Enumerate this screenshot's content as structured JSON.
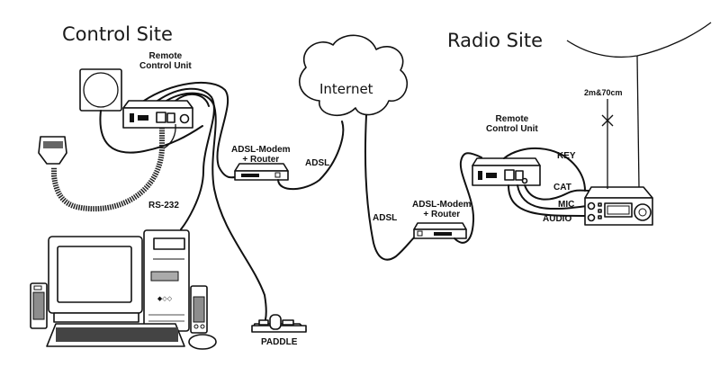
{
  "diagram": {
    "sites": {
      "control": "Control Site",
      "radio": "Radio Site"
    },
    "cloud_label": "Internet",
    "devices": {
      "rcu_control": "Remote\nControl Unit",
      "rcu_radio": "Remote\nControl Unit",
      "modem_control": "ADSL-Modem\n+ Router",
      "modem_radio": "ADSL-Modem\n+ Router",
      "paddle": "PADDLE",
      "antenna": "2m&70cm"
    },
    "links": {
      "rs232": "RS-232",
      "adsl_control": "ADSL",
      "adsl_radio": "ADSL",
      "key": "KEY",
      "cat": "CAT",
      "mic": "MIC",
      "audio": "AUDIO"
    },
    "nodes": [
      {
        "id": "speaker",
        "kind": "speaker"
      },
      {
        "id": "rcu_control",
        "kind": "remote-control-unit"
      },
      {
        "id": "microphone",
        "kind": "microphone"
      },
      {
        "id": "computer",
        "kind": "pc"
      },
      {
        "id": "paddle",
        "kind": "morse-paddle"
      },
      {
        "id": "modem_control",
        "kind": "adsl-modem-router"
      },
      {
        "id": "internet",
        "kind": "cloud"
      },
      {
        "id": "modem_radio",
        "kind": "adsl-modem-router"
      },
      {
        "id": "rcu_radio",
        "kind": "remote-control-unit"
      },
      {
        "id": "transceiver",
        "kind": "radio"
      },
      {
        "id": "antenna_vhf",
        "kind": "antenna"
      },
      {
        "id": "antenna_wire",
        "kind": "wire-antenna"
      }
    ],
    "edges": [
      {
        "from": "speaker",
        "to": "rcu_control"
      },
      {
        "from": "microphone",
        "to": "rcu_control"
      },
      {
        "from": "computer",
        "to": "rcu_control",
        "label": "RS-232"
      },
      {
        "from": "paddle",
        "to": "rcu_control"
      },
      {
        "from": "modem_control",
        "to": "rcu_control"
      },
      {
        "from": "modem_control",
        "to": "internet",
        "label": "ADSL"
      },
      {
        "from": "internet",
        "to": "modem_radio",
        "label": "ADSL"
      },
      {
        "from": "modem_radio",
        "to": "rcu_radio"
      },
      {
        "from": "rcu_radio",
        "to": "transceiver",
        "label": "KEY"
      },
      {
        "from": "rcu_radio",
        "to": "transceiver",
        "label": "CAT"
      },
      {
        "from": "rcu_radio",
        "to": "transceiver",
        "label": "MIC"
      },
      {
        "from": "rcu_radio",
        "to": "transceiver",
        "label": "AUDIO"
      },
      {
        "from": "antenna_vhf",
        "to": "transceiver"
      },
      {
        "from": "antenna_wire",
        "to": "transceiver"
      }
    ]
  }
}
